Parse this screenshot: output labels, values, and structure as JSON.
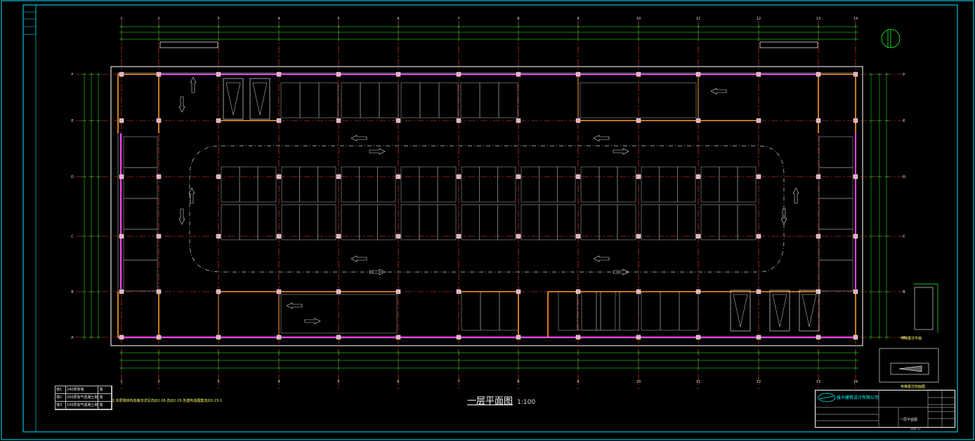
{
  "drawing": {
    "title": "一层平面图",
    "scale": "1:100",
    "note": "注:本层墙体构造做法详见苏J02-26-苏J02-25-苏建构造图集苏J02-23-1",
    "grid_columns": [
      "1",
      "2",
      "3",
      "4",
      "5",
      "6",
      "7",
      "8",
      "9",
      "10",
      "11",
      "12",
      "13",
      "14"
    ],
    "grid_rows": [
      "F",
      "E",
      "D",
      "C",
      "B",
      "A"
    ],
    "right_caption": "电梯基坑平面",
    "bottom_caption": "电梯基坑剖面图"
  },
  "legend": {
    "rows": [
      [
        "墙1",
        "240厚砖墙",
        "墙"
      ],
      [
        "墙2",
        "200厚加气混凝土砌块",
        "墙"
      ],
      [
        "墙3",
        "100厚加气混凝土砌块",
        "墙"
      ]
    ]
  },
  "title_block": {
    "company": "骏卡建筑设计有限公司",
    "drawing_name": "一层平面图"
  },
  "footer_code": "建施-02",
  "colors": {
    "grid_red": "#ff3b3b",
    "frame_cyan": "#00e5ff",
    "wall_magenta": "#ff40ff",
    "wall_orange": "#ff9a20",
    "annot_green": "#22ff22",
    "white": "#ffffff",
    "grey": "#9a9a9a"
  }
}
